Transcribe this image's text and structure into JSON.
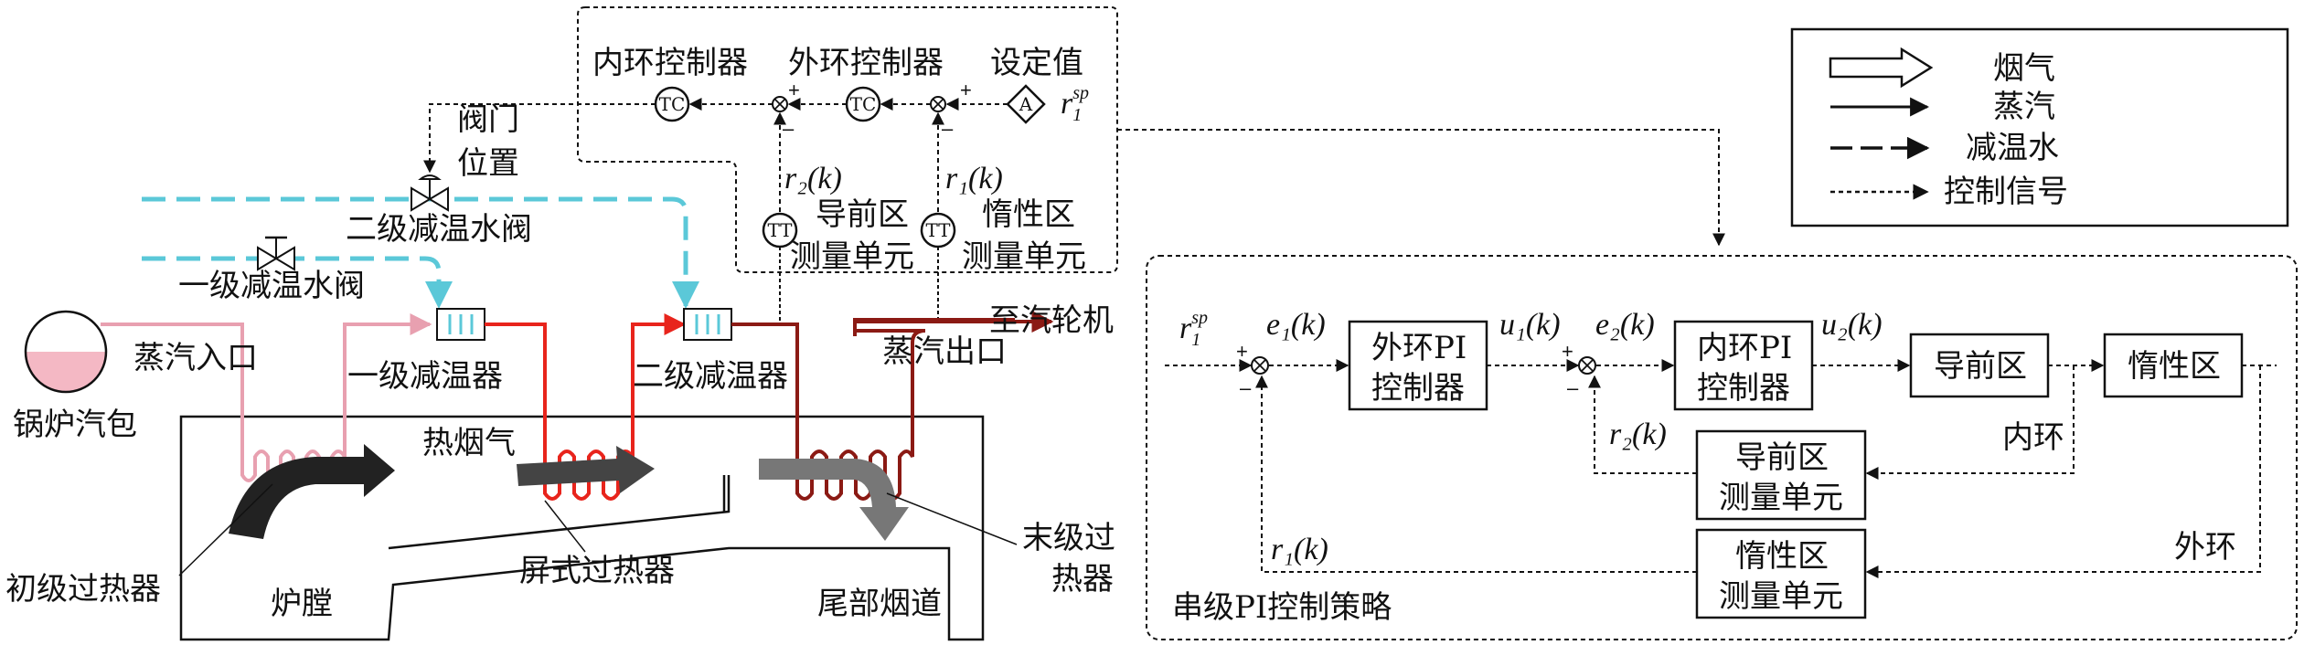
{
  "colors": {
    "steam_light": "#e8a0b0",
    "steam_red": "#e8241c",
    "steam_dark": "#8b1a14",
    "spray_water": "#5bc8d8",
    "gas_dark": "#222222",
    "gas_gray": "#666666",
    "stroke": "#111111"
  },
  "top_controls": {
    "inner_controller": "内环控制器",
    "outer_controller": "外环控制器",
    "setpoint": "设定值",
    "setpoint_symbol_base": "r",
    "setpoint_symbol_sub": "1",
    "setpoint_symbol_sup": "sp",
    "valve_position_line1": "阀门",
    "valve_position_line2": "位置",
    "r2_label": "r₂(k)",
    "r1_label": "r₁(k)",
    "lead_zone_line1": "导前区",
    "lead_zone_line2": "测量单元",
    "inertia_zone_line1": "惰性区",
    "inertia_zone_line2": "测量单元",
    "tc_label": "TC",
    "tt_label": "TT",
    "a_label": "A",
    "plus": "+",
    "minus": "–"
  },
  "plant": {
    "stage2_valve": "二级减温水阀",
    "stage1_valve": "一级减温水阀",
    "drum": "锅炉汽包",
    "steam_inlet": "蒸汽入口",
    "stage1_desuperheater": "一级减温器",
    "stage2_desuperheater": "二级减温器",
    "steam_outlet": "蒸汽出口",
    "to_turbine": "至汽轮机",
    "hot_flue_gas": "热烟气",
    "primary_superheater": "初级过热器",
    "furnace": "炉膛",
    "platen_superheater": "屏式过热器",
    "tail_flue": "尾部烟道",
    "final_superheater_line1": "末级过",
    "final_superheater_line2": "热器"
  },
  "legend": {
    "items": [
      {
        "key": "flue_gas",
        "label": "烟气"
      },
      {
        "key": "steam",
        "label": "蒸汽"
      },
      {
        "key": "spray_water",
        "label": "减温水"
      },
      {
        "key": "control_signal",
        "label": "控制信号"
      }
    ]
  },
  "block_diagram": {
    "title": "串级PI控制策略",
    "outer_pi_line1": "外环PI",
    "outer_pi_line2": "控制器",
    "inner_pi_line1": "内环PI",
    "inner_pi_line2": "控制器",
    "lead_zone": "导前区",
    "inertia_zone": "惰性区",
    "lead_meas_line1": "导前区",
    "lead_meas_line2": "测量单元",
    "inertia_meas_line1": "惰性区",
    "inertia_meas_line2": "测量单元",
    "inner_loop": "内环",
    "outer_loop": "外环",
    "e1": "e₁(k)",
    "u1": "u₁(k)",
    "e2": "e₂(k)",
    "u2": "u₂(k)",
    "r2": "r₂(k)",
    "r1": "r₁(k)",
    "ref_base": "r",
    "ref_sub": "1",
    "ref_sup": "sp"
  }
}
